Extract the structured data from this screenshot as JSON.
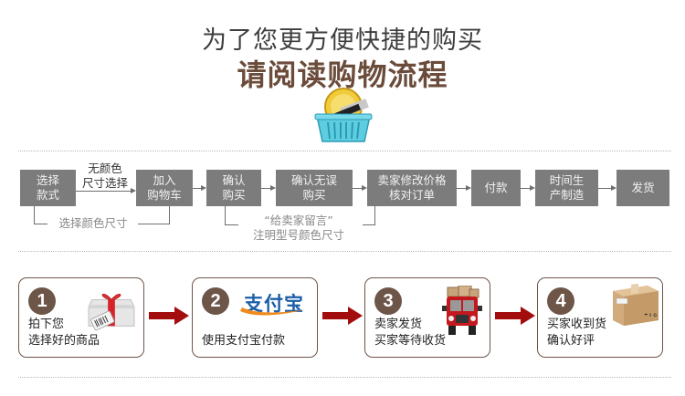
{
  "header": {
    "title_line1": "为了您更方便快捷的购买",
    "title_line2": "请阅读购物流程",
    "icon": "shopping-basket-with-coin-icon"
  },
  "flow": {
    "steps": [
      {
        "label": "选择\n款式"
      },
      {
        "label": "加入\n购物车"
      },
      {
        "label": "确认\n购买"
      },
      {
        "label": "确认无误\n购买"
      },
      {
        "label": "卖家修改价格\n核对订单"
      },
      {
        "label": "付款"
      },
      {
        "label": "时间生\n产制造"
      },
      {
        "label": "发货"
      }
    ],
    "arrow_note": "无颜色\n尺寸选择",
    "loop_note_1": "选择颜色尺寸",
    "loop_note_2": "“给卖家留言”\n注明型号颜色尺寸"
  },
  "cards": [
    {
      "number": "1",
      "text": "拍下您\n选择好的商品",
      "icon": "gift-box-icon"
    },
    {
      "number": "2",
      "text": "使用支付宝付款",
      "icon": "alipay-logo-icon",
      "logo_text": "支付宝"
    },
    {
      "number": "3",
      "text": "卖家发货\n买家等待收货",
      "icon": "delivery-truck-icon"
    },
    {
      "number": "4",
      "text": "买家收到货\n确认好评",
      "icon": "cardboard-box-icon"
    }
  ],
  "colors": {
    "brown": "#6d5548",
    "flow_box": "#7c7c7c",
    "arrow_red": "#a30d0d",
    "basket_blue": "#4fc3d9"
  }
}
